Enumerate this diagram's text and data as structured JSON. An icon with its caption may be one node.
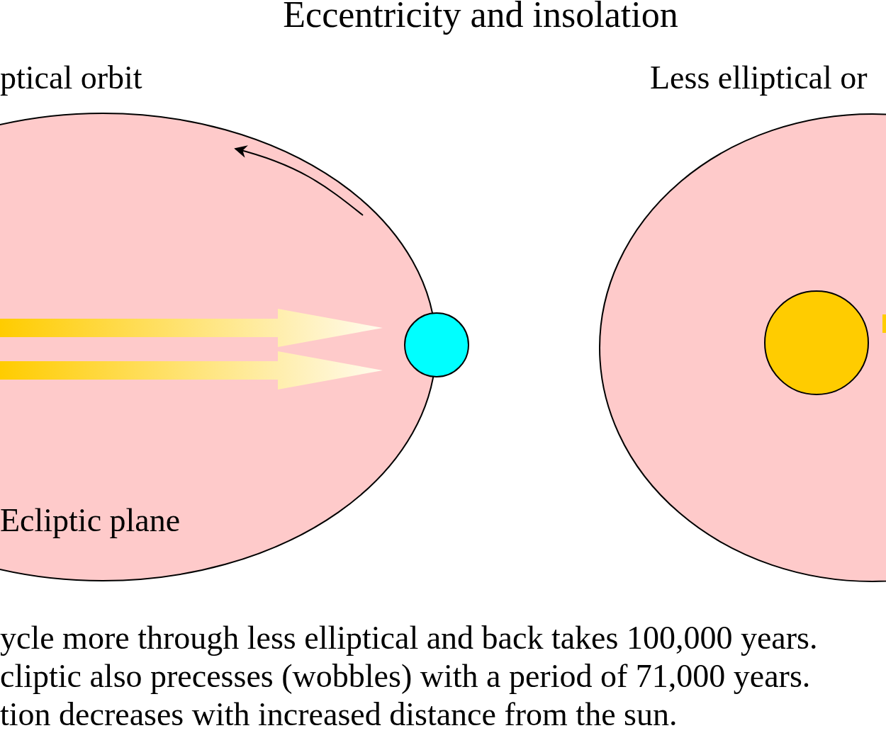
{
  "diagram": {
    "title": "Eccentricity and insolation",
    "nodes": [
      {
        "text": [
          "ptical orbit",
          "Ecliptic plane"
        ]
      },
      {
        "text": [],
        "shape": "circle"
      },
      {
        "text": [
          "Less elliptical or"
        ]
      },
      {
        "text": [],
        "shape": "circle",
        "in": 2
      }
    ],
    "labels": [
      "ycle more through less elliptical and back takes 100,000 years.",
      "cliptic also precesses (wobbles) with a period of 71,000 years.",
      "tion decreases with increased distance from the sun."
    ]
  }
}
